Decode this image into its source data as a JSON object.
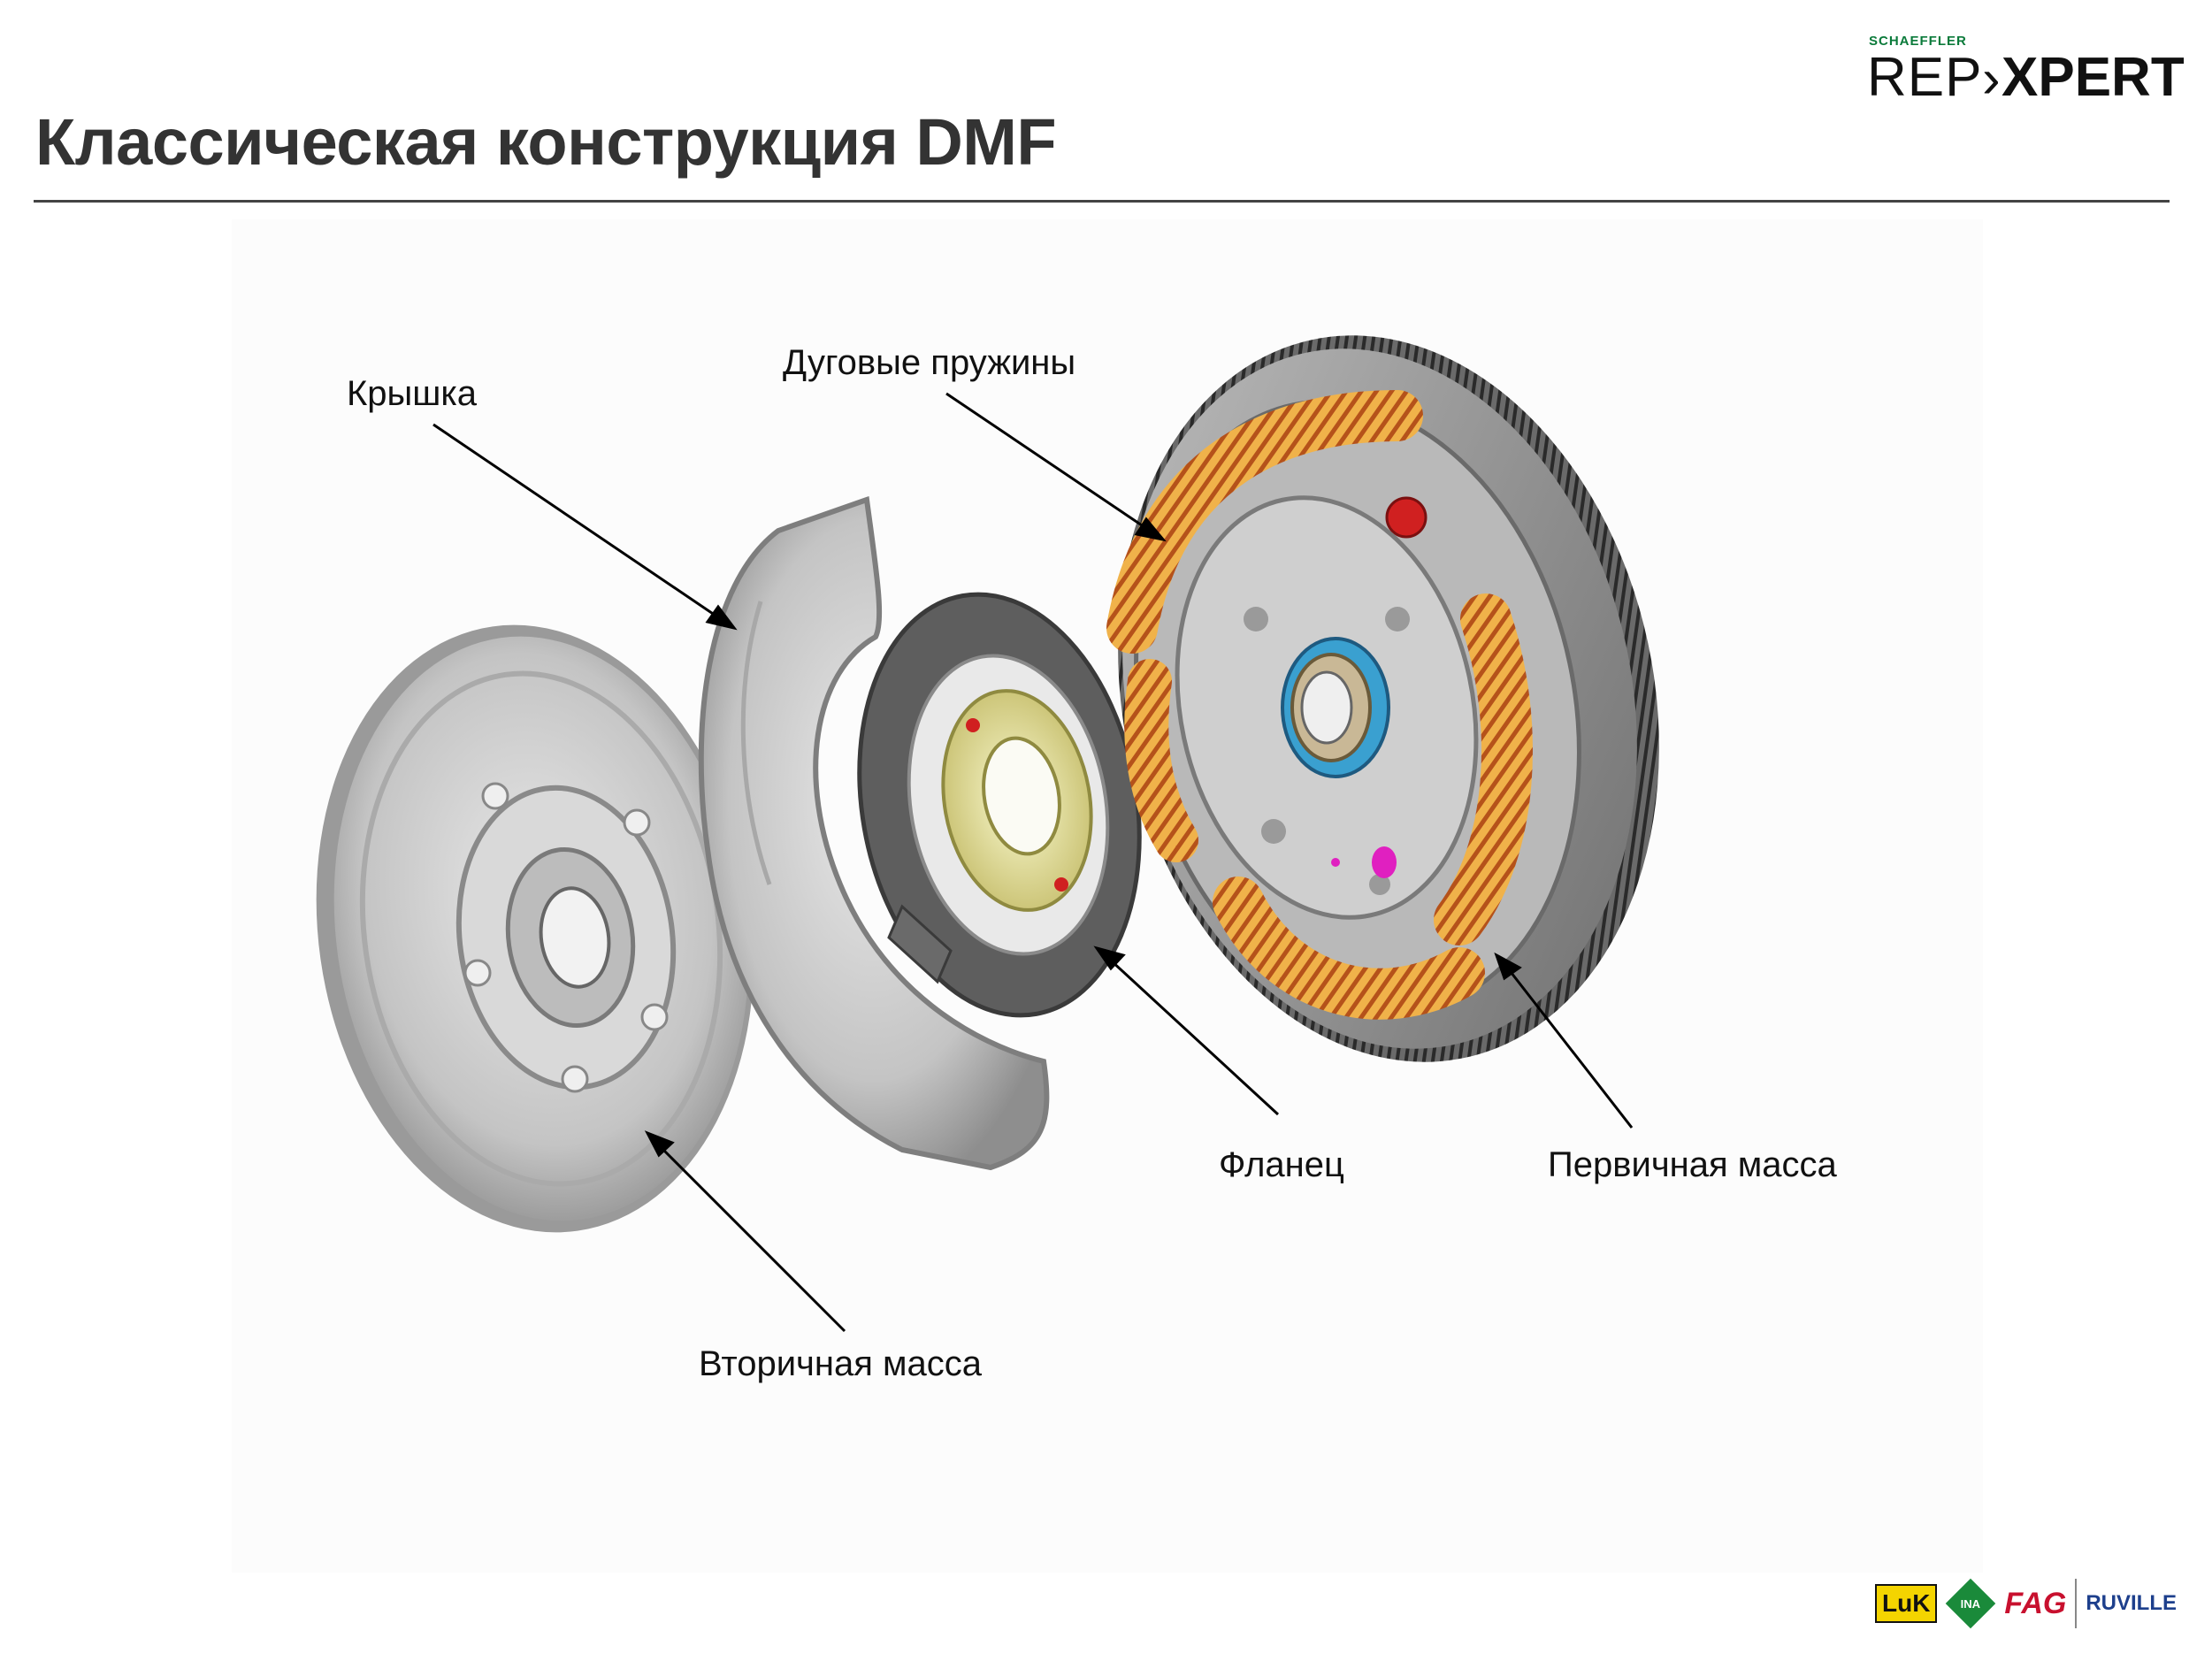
{
  "header": {
    "title": "Классическая конструкция DMF",
    "logo": {
      "top": "SCHAEFFLER",
      "left": "REP",
      "right": "XPERT"
    }
  },
  "diagram": {
    "labels": {
      "cover": "Крышка",
      "arc_springs": "Дуговые пружины",
      "flange": "Фланец",
      "primary_mass": "Первичная масса",
      "secondary_mass": "Вторичная масса"
    },
    "colors": {
      "metal": "#c9c9c9",
      "spring": "#e8a23a",
      "flange_disc": "#6a6a6a",
      "hub_yellow": "#e4e08a",
      "bearing_blue": "#3aa0d0",
      "accent_red": "#d02020",
      "accent_magenta": "#e020c0"
    }
  },
  "footer": {
    "brands": [
      "LuK",
      "INA",
      "FAG",
      "RUVILLE"
    ]
  }
}
